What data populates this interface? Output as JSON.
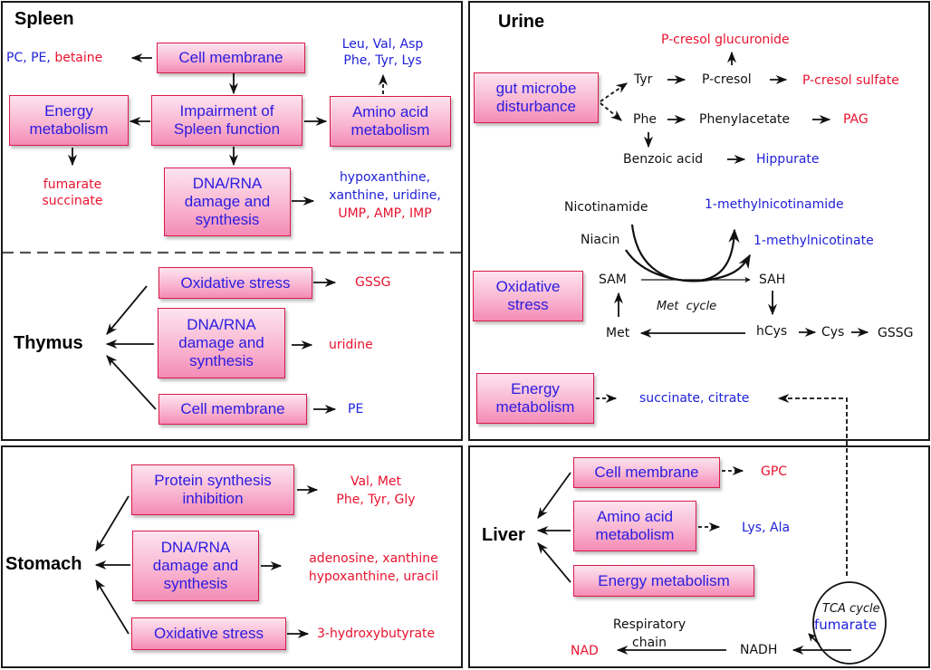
{
  "colors": {
    "box_border": "#d81b4a",
    "box_text": "#2b1be0",
    "red_text": "#e8132f",
    "blue_text": "#1f20d8"
  },
  "spleen": {
    "title": "Spleen",
    "center": "Impairment of Spleen function",
    "center_l1": "Impairment of",
    "center_l2": "Spleen function",
    "cell_membrane": "Cell membrane",
    "energy_l1": "Energy",
    "energy_l2": "metabolism",
    "amino_l1": "Amino acid",
    "amino_l2": "metabolism",
    "dna_l1": "DNA/RNA",
    "dna_l2": "damage and",
    "dna_l3": "synthesis",
    "pc_pe": "PC, PE,",
    "betaine": "betaine",
    "amino_out_l1": "Leu, Val, Asp",
    "amino_out_l2": "Phe, Tyr, Lys",
    "energy_out_l1": "fumarate",
    "energy_out_l2": "succinate",
    "dna_out_l1": "hypoxanthine,",
    "dna_out_l2": "xanthine, uridine,",
    "dna_out_l3": "UMP, AMP, IMP"
  },
  "thymus": {
    "title": "Thymus",
    "oxidative": "Oxidative stress",
    "dna_l1": "DNA/RNA",
    "dna_l2": "damage and",
    "dna_l3": "synthesis",
    "cell_membrane": "Cell membrane",
    "oxidative_out": "GSSG",
    "dna_out": "uridine",
    "cell_out": "PE"
  },
  "stomach": {
    "title": "Stomach",
    "protein_l1": "Protein synthesis",
    "protein_l2": "inhibition",
    "dna_l1": "DNA/RNA",
    "dna_l2": "damage and",
    "dna_l3": "synthesis",
    "oxidative": "Oxidative stress",
    "protein_out_l1": "Val, Met",
    "protein_out_l2": "Phe, Tyr, Gly",
    "dna_out_l1": "adenosine, xanthine",
    "dna_out_l2": "hypoxanthine, uracil",
    "oxidative_out": "3-hydroxybutyrate"
  },
  "urine": {
    "title": "Urine",
    "gut_l1": "gut microbe",
    "gut_l2": "disturbance",
    "tyr": "Tyr",
    "pcresol": "P-cresol",
    "pcresol_gluc": "P-cresol glucuronide",
    "pcresol_sulf": "P-cresol sulfate",
    "phe": "Phe",
    "phenylacetate": "Phenylacetate",
    "pag": "PAG",
    "benzoic": "Benzoic acid",
    "hippurate": "Hippurate",
    "nicotinamide": "Nicotinamide",
    "niacin": "Niacin",
    "methylnicotinamide": "1-methylnicotinamide",
    "methylnicotinate": "1-methylnicotinate",
    "ox_l1": "Oxidative",
    "ox_l2": "stress",
    "sam": "SAM",
    "sah": "SAH",
    "met_cycle": "Met  cycle",
    "met": "Met",
    "hcys": "hCys",
    "cys": "Cys",
    "gssg": "GSSG",
    "energy_l1": "Energy",
    "energy_l2": "metabolism",
    "energy_out": "succinate, citrate"
  },
  "liver": {
    "title": "Liver",
    "cell_membrane": "Cell membrane",
    "amino_l1": "Amino acid",
    "amino_l2": "metabolism",
    "energy": "Energy metabolism",
    "cell_out": "GPC",
    "amino_out": "Lys, Ala",
    "tca": "TCA cycle",
    "fumarate": "fumarate",
    "resp_l1": "Respiratory",
    "resp_l2": "chain",
    "nadh": "NADH",
    "nad": "NAD"
  }
}
